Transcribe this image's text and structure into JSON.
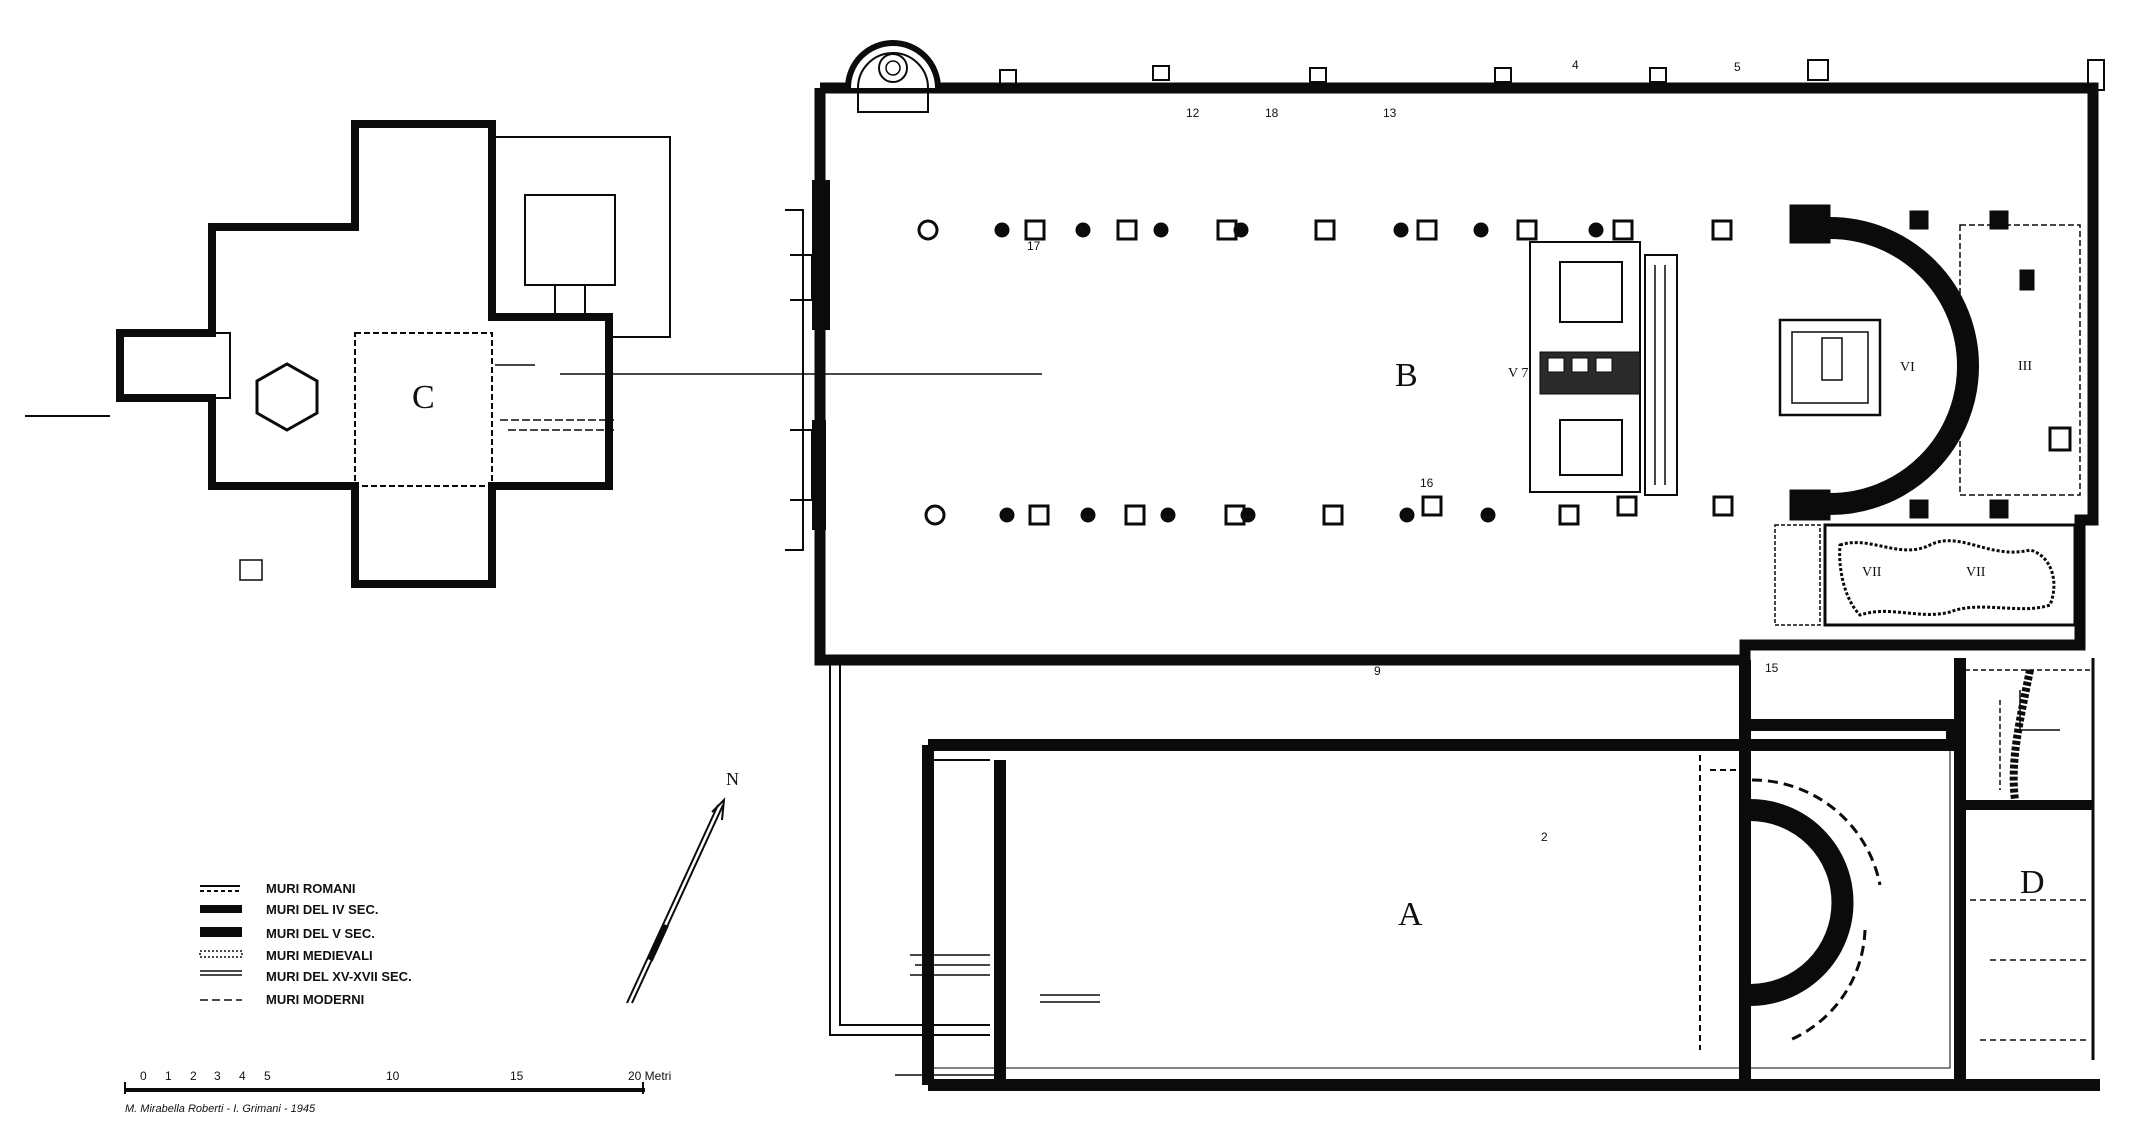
{
  "plan": {
    "areas": {
      "a": "A",
      "b": "B",
      "c": "C",
      "d": "D"
    },
    "roman_numerals": {
      "v7": "V 7",
      "vi": "VI",
      "iii": "III",
      "vii_1": "VII",
      "vii_2": "VII"
    },
    "numbers": [
      "2",
      "4",
      "5",
      "9",
      "12",
      "13",
      "15",
      "16",
      "17",
      "18"
    ],
    "north": "N"
  },
  "legend": {
    "items": [
      {
        "label": "MURI ROMANI",
        "style": "hatched"
      },
      {
        "label": "MURI DEL IV SEC.",
        "style": "solid"
      },
      {
        "label": "MURI DEL V SEC.",
        "style": "solid-bold"
      },
      {
        "label": "MURI MEDIEVALI",
        "style": "dotted"
      },
      {
        "label": "MURI DEL XV-XVII SEC.",
        "style": "double"
      },
      {
        "label": "MURI MODERNI",
        "style": "dashed"
      }
    ]
  },
  "scale": {
    "ticks": [
      "0",
      "1",
      "2",
      "3",
      "4",
      "5",
      "10",
      "15",
      "20 Metri"
    ],
    "credit": "M. Mirabella Roberti - I. Grimani - 1945"
  },
  "colors": {
    "ink": "#111111",
    "paper": "#ffffff",
    "wall": "#0b0b0b"
  }
}
